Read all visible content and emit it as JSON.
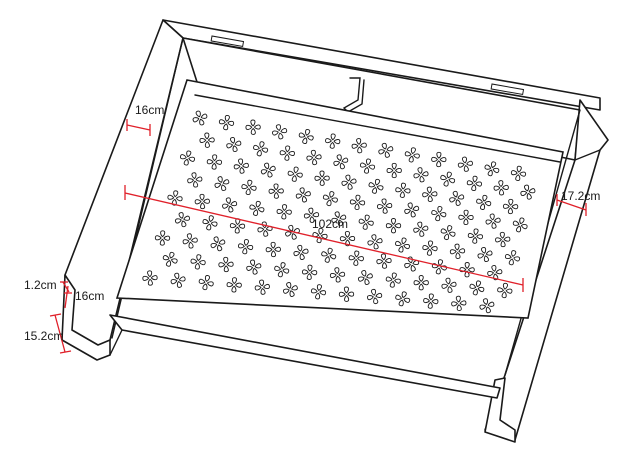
{
  "colors": {
    "dimension_line": "#e0202a",
    "outline": "#1a1a1a",
    "background": "#ffffff"
  },
  "dimensions": {
    "side_thickness": "16cm",
    "length": "102cm",
    "depth": "17.2cm",
    "lip": "1.2cm",
    "front_height": "16cm",
    "leg_height": "15.2cm"
  },
  "perforation": {
    "shape": "four-petal-cutout",
    "rows": 9,
    "columns": 13
  }
}
